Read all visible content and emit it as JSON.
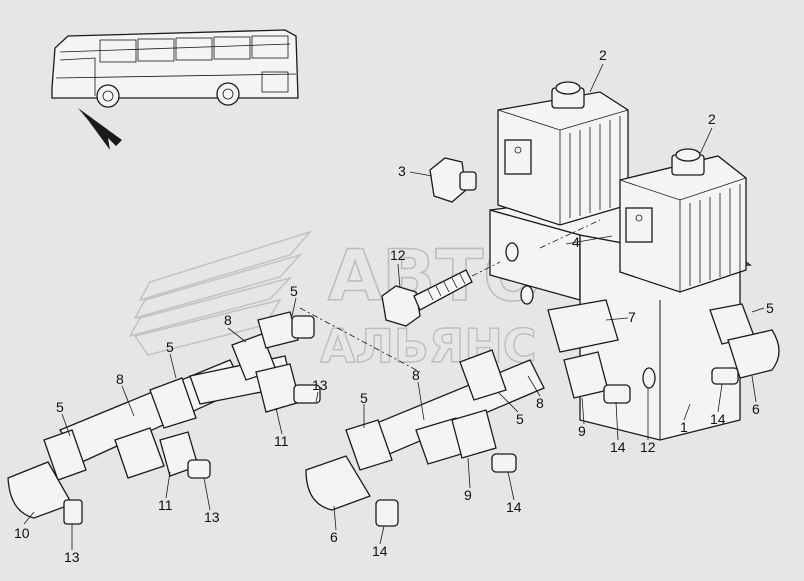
{
  "watermark": {
    "line1": "АВТО",
    "line2": "АЛЬЯНС"
  },
  "callouts": {
    "c1": "1",
    "c2a": "2",
    "c2b": "2",
    "c3": "3",
    "c4": "4",
    "c5a": "5",
    "c5b": "5",
    "c5c": "5",
    "c5d": "5",
    "c5e": "5",
    "c5f": "5",
    "c6a": "6",
    "c6b": "6",
    "c7": "7",
    "c8a": "8",
    "c8b": "8",
    "c8c": "8",
    "c8d": "8",
    "c9a": "9",
    "c9b": "9",
    "c10": "10",
    "c11a": "11",
    "c11b": "11",
    "c12a": "12",
    "c12b": "12",
    "c13a": "13",
    "c13b": "13",
    "c13c": "13",
    "c14a": "14",
    "c14b": "14",
    "c14c": "14",
    "c14d": "14"
  }
}
